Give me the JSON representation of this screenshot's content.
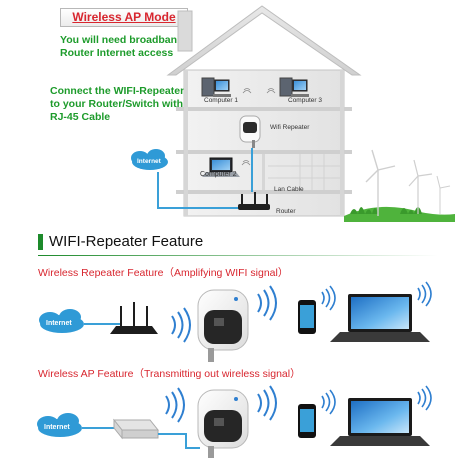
{
  "top_section": {
    "mode_title": "Wireless AP Mode",
    "intro_lines": [
      "You will need broadband",
      "Router Internet access"
    ],
    "connect_lines": [
      "Connect the WIFI-Repeater",
      "to your Router/Switch with",
      "RJ-45 Cable"
    ],
    "labels": {
      "computer1": "Computer 1",
      "computer3": "Computer 3",
      "wifi_repeater": "Wifi Repeater",
      "computer2": "Computer 2",
      "lan_cable": "Lan Cable",
      "router": "Router",
      "internet": "Internet"
    }
  },
  "feature_section": {
    "title": "WIFI-Repeater Feature",
    "repeater_heading": "Wireless Repeater Feature（Amplifying WIFI signal）",
    "ap_heading": "Wireless AP Feature（Transmitting out wireless signal）",
    "internet_label": "Internet"
  },
  "colors": {
    "green": "#1d9b2b",
    "red": "#d8262f",
    "blue_cable": "#3aa0d8",
    "cloud_blue": "#2f9ad6"
  }
}
